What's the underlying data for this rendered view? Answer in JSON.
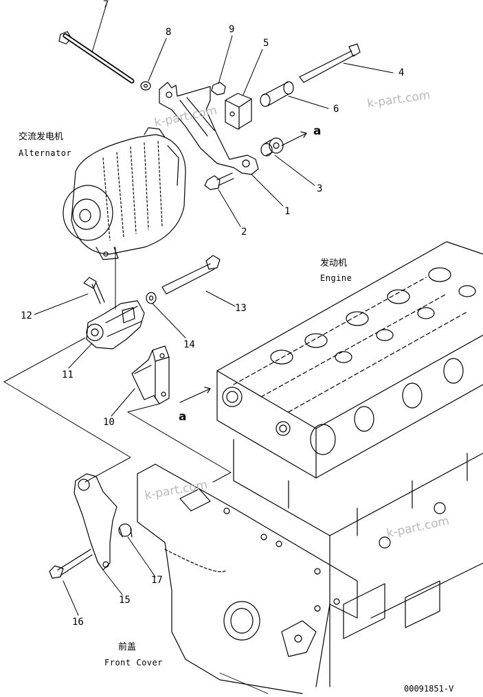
{
  "labels": {
    "alternator_cn": "交流发电机",
    "alternator_en": "Alternator",
    "engine_cn": "发动机",
    "engine_en": "Engine",
    "front_cover_cn": "前盖",
    "front_cover_en": "Front Cover"
  },
  "part_numbers": {
    "p1": "1",
    "p2": "2",
    "p3": "3",
    "p4": "4",
    "p5": "5",
    "p6": "6",
    "p7": "7",
    "p8": "8",
    "p9": "9",
    "p10": "10",
    "p11": "11",
    "p12": "12",
    "p13": "13",
    "p14": "14",
    "p15": "15",
    "p16": "16",
    "p17": "17"
  },
  "callouts": {
    "a_top": "a",
    "a_side": "a"
  },
  "watermarks": {
    "w1": "k-part.com",
    "w2": "k-part.com",
    "w3": "k-part.com",
    "w4": "k-part.com"
  },
  "document_id": "00091851-V",
  "colors": {
    "ink": "#000000",
    "watermark": "#b9b9b9",
    "background": "#ffffff"
  }
}
